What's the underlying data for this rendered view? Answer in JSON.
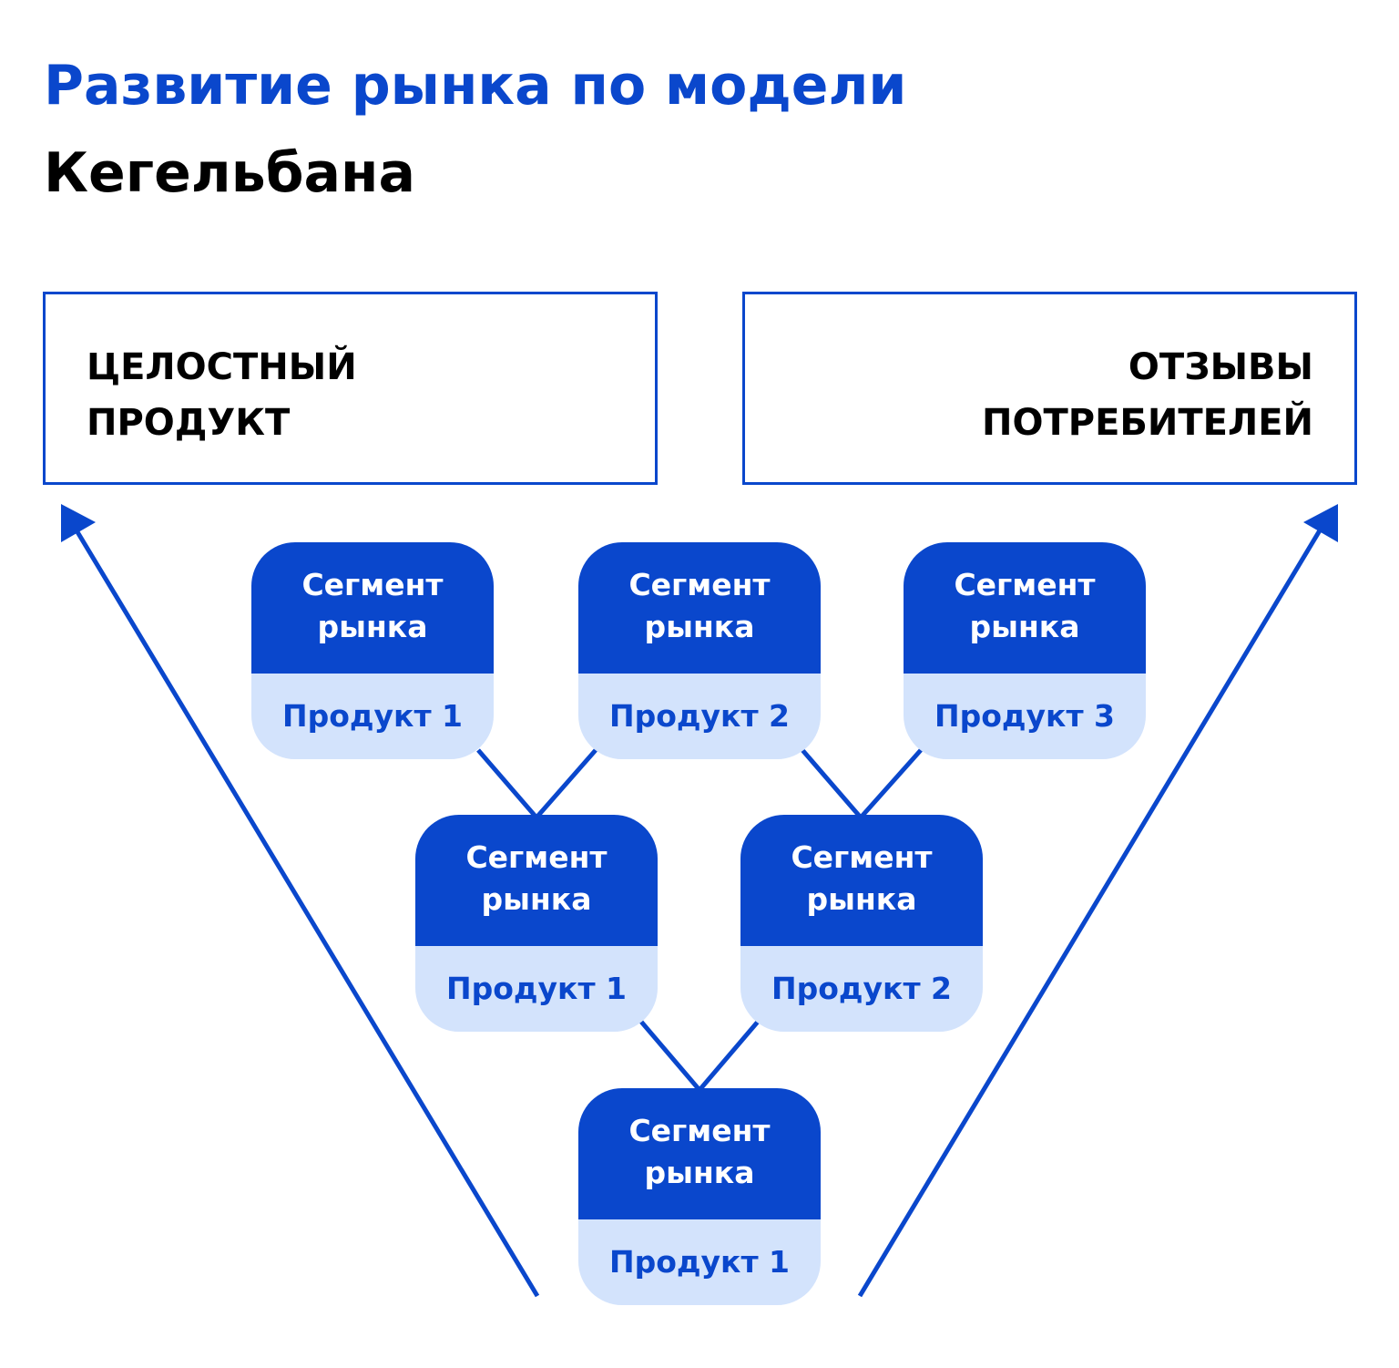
{
  "title": {
    "line1": "Развитие рынка по модели",
    "line2": "Кегельбана"
  },
  "left_box": {
    "line1": "ЦЕЛОСТНЫЙ",
    "line2": "ПРОДУКТ"
  },
  "right_box": {
    "line1": "ОТЗЫВЫ",
    "line2": "ПОТРЕБИТЕЛЕЙ"
  },
  "nodes": [
    {
      "segment_line1": "Сегмент",
      "segment_line2": "рынка",
      "product": "Продукт 1"
    },
    {
      "segment_line1": "Сегмент",
      "segment_line2": "рынка",
      "product": "Продукт 2"
    },
    {
      "segment_line1": "Сегмент",
      "segment_line2": "рынка",
      "product": "Продукт 3"
    },
    {
      "segment_line1": "Сегмент",
      "segment_line2": "рынка",
      "product": "Продукт 1"
    },
    {
      "segment_line1": "Сегмент",
      "segment_line2": "рынка",
      "product": "Продукт 2"
    },
    {
      "segment_line1": "Сегмент",
      "segment_line2": "рынка",
      "product": "Продукт 1"
    }
  ],
  "colors": {
    "accent": "#0a47cc",
    "node_top": "#0a47cc",
    "node_bottom": "#d3e3fc",
    "text_dark": "#000000"
  }
}
